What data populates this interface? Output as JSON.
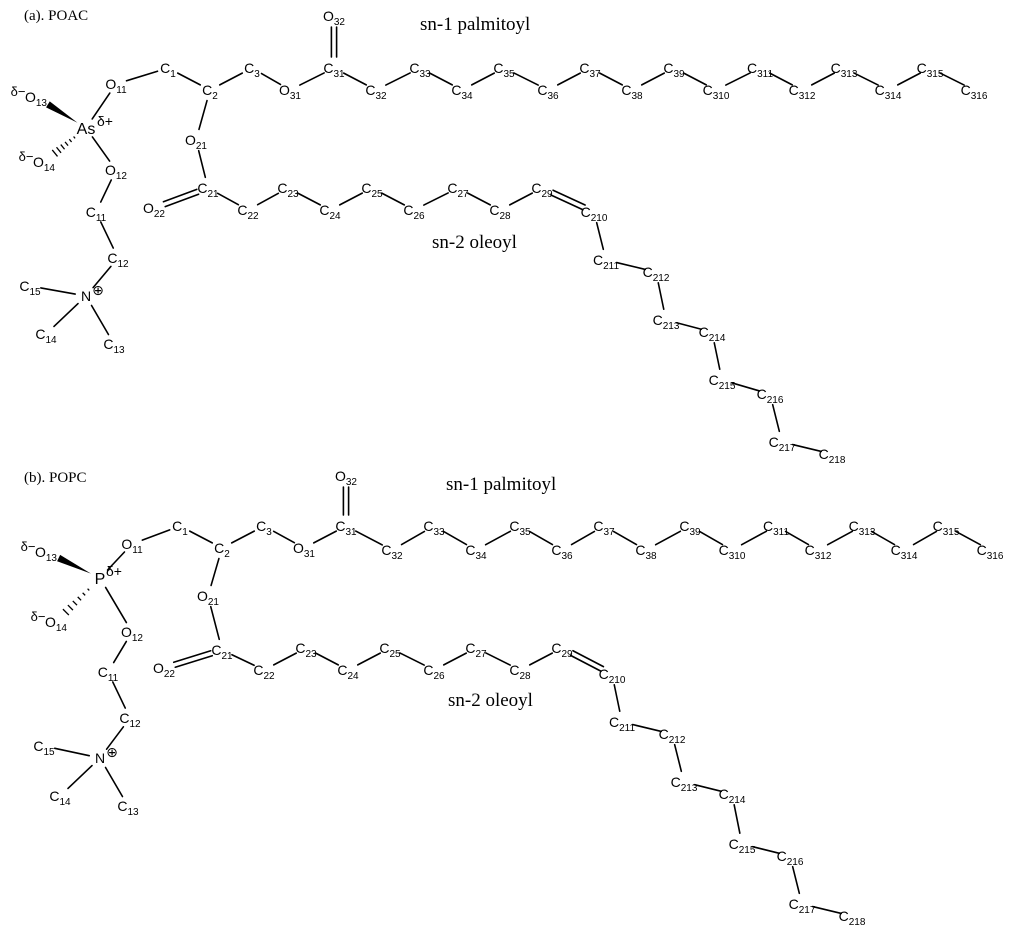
{
  "panels": [
    {
      "title": "(a). POAC",
      "center_atom": "As",
      "center_charge": "δ+",
      "chain_sn1_label": "sn-1 palmitoyl",
      "chain_sn2_label": "sn-2 oleoyl",
      "atoms": [
        {
          "id": "O13",
          "symbol": "O",
          "sub": "13",
          "charge": "δ−"
        },
        {
          "id": "O14",
          "symbol": "O",
          "sub": "14",
          "charge": "δ−"
        },
        {
          "id": "O11",
          "symbol": "O",
          "sub": "11"
        },
        {
          "id": "O12",
          "symbol": "O",
          "sub": "12"
        },
        {
          "id": "C1",
          "symbol": "C",
          "sub": "1"
        },
        {
          "id": "C2",
          "symbol": "C",
          "sub": "2"
        },
        {
          "id": "C3",
          "symbol": "C",
          "sub": "3"
        },
        {
          "id": "O31",
          "symbol": "O",
          "sub": "31"
        },
        {
          "id": "C31",
          "symbol": "C",
          "sub": "31"
        },
        {
          "id": "O32",
          "symbol": "O",
          "sub": "32"
        },
        {
          "id": "O21",
          "symbol": "O",
          "sub": "21"
        },
        {
          "id": "C21",
          "symbol": "C",
          "sub": "21"
        },
        {
          "id": "O22",
          "symbol": "O",
          "sub": "22"
        },
        {
          "id": "C11",
          "symbol": "C",
          "sub": "11"
        },
        {
          "id": "C12",
          "symbol": "C",
          "sub": "12"
        },
        {
          "id": "N",
          "symbol": "N",
          "sub": "",
          "charge": "⊕"
        },
        {
          "id": "C15",
          "symbol": "C",
          "sub": "15"
        },
        {
          "id": "C14",
          "symbol": "C",
          "sub": "14"
        },
        {
          "id": "C13",
          "symbol": "C",
          "sub": "13"
        },
        {
          "id": "C32",
          "symbol": "C",
          "sub": "32"
        },
        {
          "id": "C33",
          "symbol": "C",
          "sub": "33"
        },
        {
          "id": "C34",
          "symbol": "C",
          "sub": "34"
        },
        {
          "id": "C35",
          "symbol": "C",
          "sub": "35"
        },
        {
          "id": "C36",
          "symbol": "C",
          "sub": "36"
        },
        {
          "id": "C37",
          "symbol": "C",
          "sub": "37"
        },
        {
          "id": "C38",
          "symbol": "C",
          "sub": "38"
        },
        {
          "id": "C39",
          "symbol": "C",
          "sub": "39"
        },
        {
          "id": "C310",
          "symbol": "C",
          "sub": "310"
        },
        {
          "id": "C311",
          "symbol": "C",
          "sub": "311"
        },
        {
          "id": "C312",
          "symbol": "C",
          "sub": "312"
        },
        {
          "id": "C313",
          "symbol": "C",
          "sub": "313"
        },
        {
          "id": "C314",
          "symbol": "C",
          "sub": "314"
        },
        {
          "id": "C315",
          "symbol": "C",
          "sub": "315"
        },
        {
          "id": "C316",
          "symbol": "C",
          "sub": "316"
        },
        {
          "id": "C22",
          "symbol": "C",
          "sub": "22"
        },
        {
          "id": "C23",
          "symbol": "C",
          "sub": "23"
        },
        {
          "id": "C24",
          "symbol": "C",
          "sub": "24"
        },
        {
          "id": "C25",
          "symbol": "C",
          "sub": "25"
        },
        {
          "id": "C26",
          "symbol": "C",
          "sub": "26"
        },
        {
          "id": "C27",
          "symbol": "C",
          "sub": "27"
        },
        {
          "id": "C28",
          "symbol": "C",
          "sub": "28"
        },
        {
          "id": "C29",
          "symbol": "C",
          "sub": "29"
        },
        {
          "id": "C210",
          "symbol": "C",
          "sub": "210"
        },
        {
          "id": "C211",
          "symbol": "C",
          "sub": "211"
        },
        {
          "id": "C212",
          "symbol": "C",
          "sub": "212"
        },
        {
          "id": "C213",
          "symbol": "C",
          "sub": "213"
        },
        {
          "id": "C214",
          "symbol": "C",
          "sub": "214"
        },
        {
          "id": "C215",
          "symbol": "C",
          "sub": "215"
        },
        {
          "id": "C216",
          "symbol": "C",
          "sub": "216"
        },
        {
          "id": "C217",
          "symbol": "C",
          "sub": "217"
        },
        {
          "id": "C218",
          "symbol": "C",
          "sub": "218"
        }
      ]
    },
    {
      "title": "(b). POPC",
      "center_atom": "P",
      "center_charge": "δ+",
      "chain_sn1_label": "sn-1 palmitoyl",
      "chain_sn2_label": "sn-2 oleoyl",
      "atoms": [
        {
          "id": "O13",
          "symbol": "O",
          "sub": "13",
          "charge": "δ−"
        },
        {
          "id": "O14",
          "symbol": "O",
          "sub": "14",
          "charge": "δ−"
        },
        {
          "id": "O11",
          "symbol": "O",
          "sub": "11"
        },
        {
          "id": "O12",
          "symbol": "O",
          "sub": "12"
        },
        {
          "id": "C1",
          "symbol": "C",
          "sub": "1"
        },
        {
          "id": "C2",
          "symbol": "C",
          "sub": "2"
        },
        {
          "id": "C3",
          "symbol": "C",
          "sub": "3"
        },
        {
          "id": "O31",
          "symbol": "O",
          "sub": "31"
        },
        {
          "id": "C31",
          "symbol": "C",
          "sub": "31"
        },
        {
          "id": "O32",
          "symbol": "O",
          "sub": "32"
        },
        {
          "id": "O21",
          "symbol": "O",
          "sub": "21"
        },
        {
          "id": "C21",
          "symbol": "C",
          "sub": "21"
        },
        {
          "id": "O22",
          "symbol": "O",
          "sub": "22"
        },
        {
          "id": "C11",
          "symbol": "C",
          "sub": "11"
        },
        {
          "id": "C12",
          "symbol": "C",
          "sub": "12"
        },
        {
          "id": "N",
          "symbol": "N",
          "sub": "",
          "charge": "⊕"
        },
        {
          "id": "C15",
          "symbol": "C",
          "sub": "15"
        },
        {
          "id": "C14",
          "symbol": "C",
          "sub": "14"
        },
        {
          "id": "C13",
          "symbol": "C",
          "sub": "13"
        },
        {
          "id": "C32",
          "symbol": "C",
          "sub": "32"
        },
        {
          "id": "C33",
          "symbol": "C",
          "sub": "33"
        },
        {
          "id": "C34",
          "symbol": "C",
          "sub": "34"
        },
        {
          "id": "C35",
          "symbol": "C",
          "sub": "35"
        },
        {
          "id": "C36",
          "symbol": "C",
          "sub": "36"
        },
        {
          "id": "C37",
          "symbol": "C",
          "sub": "37"
        },
        {
          "id": "C38",
          "symbol": "C",
          "sub": "38"
        },
        {
          "id": "C39",
          "symbol": "C",
          "sub": "39"
        },
        {
          "id": "C310",
          "symbol": "C",
          "sub": "310"
        },
        {
          "id": "C311",
          "symbol": "C",
          "sub": "311"
        },
        {
          "id": "C312",
          "symbol": "C",
          "sub": "312"
        },
        {
          "id": "C313",
          "symbol": "C",
          "sub": "313"
        },
        {
          "id": "C314",
          "symbol": "C",
          "sub": "314"
        },
        {
          "id": "C315",
          "symbol": "C",
          "sub": "315"
        },
        {
          "id": "C316",
          "symbol": "C",
          "sub": "316"
        },
        {
          "id": "C22",
          "symbol": "C",
          "sub": "22"
        },
        {
          "id": "C23",
          "symbol": "C",
          "sub": "23"
        },
        {
          "id": "C24",
          "symbol": "C",
          "sub": "24"
        },
        {
          "id": "C25",
          "symbol": "C",
          "sub": "25"
        },
        {
          "id": "C26",
          "symbol": "C",
          "sub": "26"
        },
        {
          "id": "C27",
          "symbol": "C",
          "sub": "27"
        },
        {
          "id": "C28",
          "symbol": "C",
          "sub": "28"
        },
        {
          "id": "C29",
          "symbol": "C",
          "sub": "29"
        },
        {
          "id": "C210",
          "symbol": "C",
          "sub": "210"
        },
        {
          "id": "C211",
          "symbol": "C",
          "sub": "211"
        },
        {
          "id": "C212",
          "symbol": "C",
          "sub": "212"
        },
        {
          "id": "C213",
          "symbol": "C",
          "sub": "213"
        },
        {
          "id": "C214",
          "symbol": "C",
          "sub": "214"
        },
        {
          "id": "C215",
          "symbol": "C",
          "sub": "215"
        },
        {
          "id": "C216",
          "symbol": "C",
          "sub": "216"
        },
        {
          "id": "C217",
          "symbol": "C",
          "sub": "217"
        },
        {
          "id": "C218",
          "symbol": "C",
          "sub": "218"
        }
      ]
    }
  ]
}
